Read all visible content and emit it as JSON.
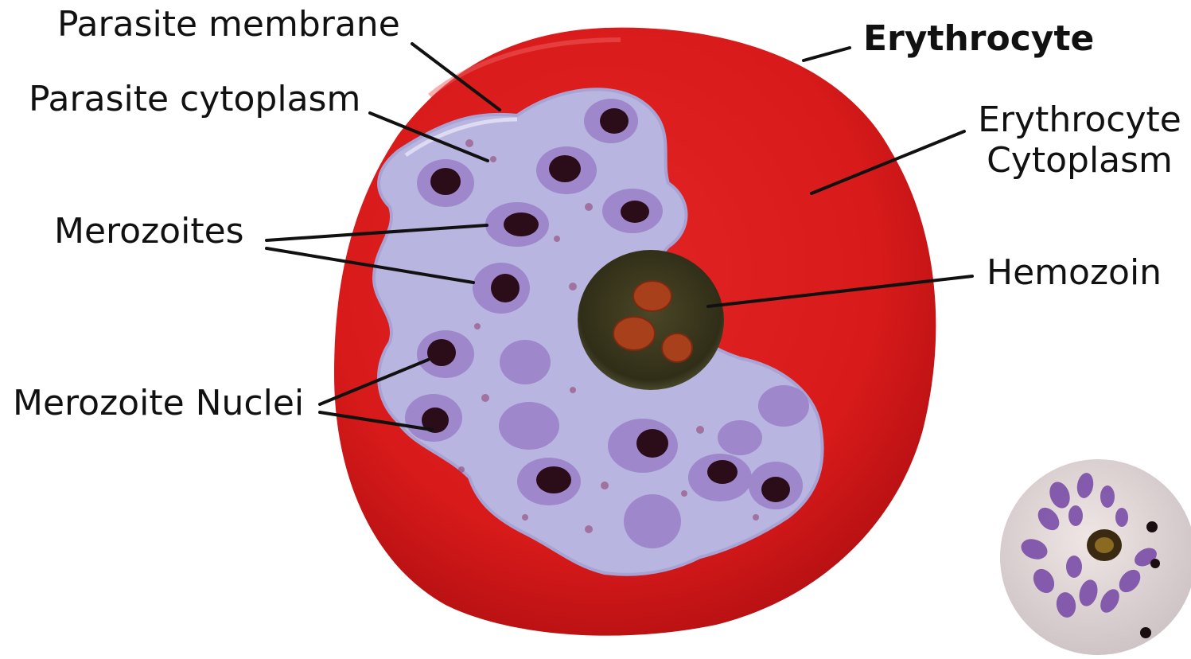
{
  "labels": {
    "parasite_membrane": "Parasite membrane",
    "parasite_cytoplasm": "Parasite cytoplasm",
    "merozoites": "Merozoites",
    "merozoite_nuclei": "Merozoite Nuclei",
    "erythrocyte": "Erythrocyte",
    "erythrocyte_cytoplasm_line1": "Erythrocyte",
    "erythrocyte_cytoplasm_line2": "Cytoplasm",
    "hemozoin": "Hemozoin"
  },
  "colors": {
    "erythrocyte": "#d81a1a",
    "erythrocyte_rim": "#b30f12",
    "parasite_cytoplasm": "#b8b6e0",
    "merozoite": "#9a7fc7",
    "nucleus": "#2a0d18",
    "hemozoin_body": "#3c3a1e",
    "hemozoin_crystal": "#a8401c",
    "leader_line": "#111111",
    "inset_background": "#ddd5d4"
  }
}
